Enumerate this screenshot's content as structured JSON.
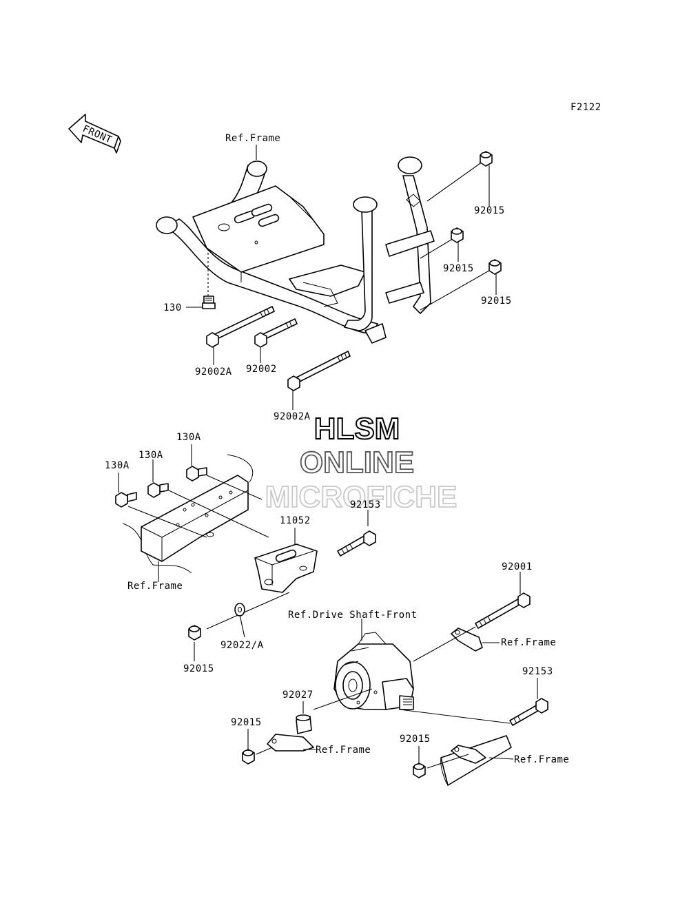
{
  "figure_code": "F2122",
  "front_label": "FRONT",
  "watermark": {
    "line1": "HLSM",
    "line2": "ONLINE",
    "line3": "MICROFICHE"
  },
  "labels": {
    "ref_frame_top": "Ref.Frame",
    "p92015_a": "92015",
    "p92015_b": "92015",
    "p92015_c": "92015",
    "p130": "130",
    "p92002A_a": "92002A",
    "p92002": "92002",
    "p92002A_b": "92002A",
    "p130A_a": "130A",
    "p130A_b": "130A",
    "p130A_c": "130A",
    "p92153_a": "92153",
    "p11052": "11052",
    "ref_frame_mid": "Ref.Frame",
    "p92001": "92001",
    "ref_drive_shaft": "Ref.Drive Shaft-Front",
    "ref_frame_right": "Ref.Frame",
    "p92015_d": "92015",
    "p92022A": "92022/A",
    "p92153_b": "92153",
    "p92027": "92027",
    "p92015_e": "92015",
    "ref_frame_bottom": "Ref.Frame",
    "p92015_f": "92015",
    "ref_frame_bottom_right": "Ref.Frame"
  }
}
